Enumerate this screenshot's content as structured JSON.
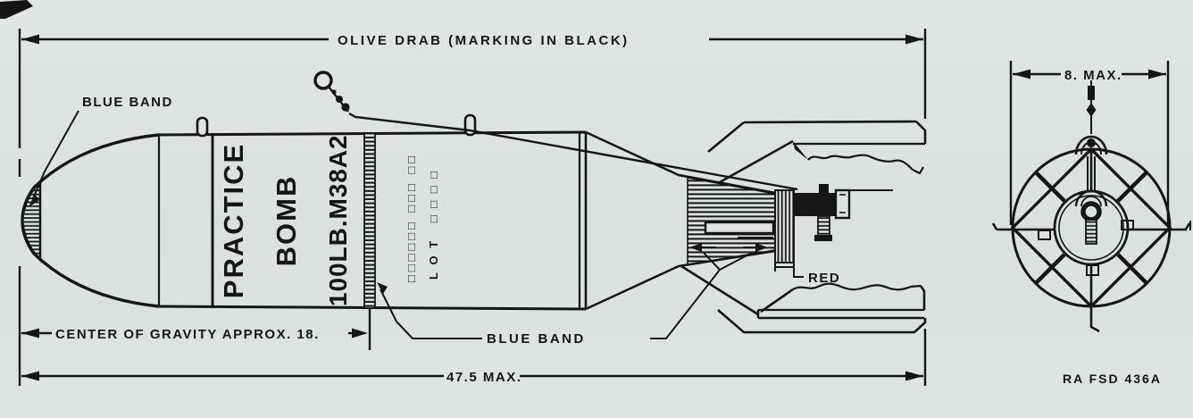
{
  "drawing": {
    "top_note": "OLIVE DRAB  (MARKING IN BLACK)",
    "drawing_number": "RA  FSD 436A",
    "side_view": {
      "nose_band_label": "BLUE BAND",
      "tail_band_label": "BLUE  BAND",
      "red_label": "RED",
      "cg_dimension": "CENTER  OF  GRAVITY  APPROX. 18.",
      "length_dimension": "47.5 MAX.",
      "body_marking": {
        "line1": "PRACTICE",
        "line2": "BOMB",
        "line3": "100LB.M38A2"
      },
      "stencil": {
        "line1": "□□□□□□ □□□ □□",
        "line2": "LOT □□□□"
      }
    },
    "rear_view": {
      "width_dimension": "8. MAX."
    },
    "colors": {
      "paper": "#dfe3df",
      "ink": "#161616"
    }
  }
}
